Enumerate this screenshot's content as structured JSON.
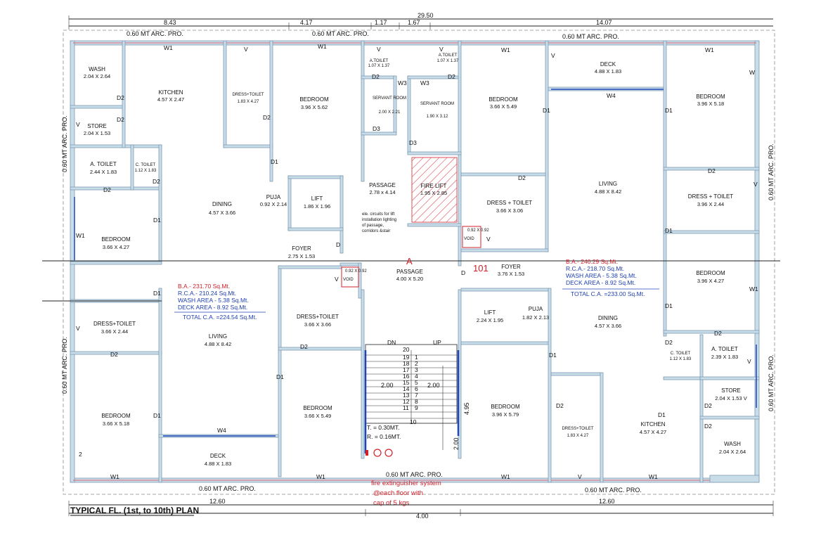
{
  "dims": {
    "top_total": "29.50",
    "top_a": "8.43",
    "top_b": "4.17",
    "top_c": "1.17",
    "top_d": "1.67",
    "top_e": "14.07",
    "bottom_left": "12.60",
    "bottom_mid": "4.00",
    "bottom_right": "12.60",
    "stair_width_left": "2.00",
    "stair_width_right": "2.00",
    "stair_len": "4.95",
    "stair_landing": "2.00"
  },
  "arc": {
    "label": "0.60 MT ARC. PRO."
  },
  "codes": {
    "w1": "W1",
    "w3": "W3",
    "w4": "W4",
    "v": "V",
    "d1": "D1",
    "d2": "D2",
    "d3": "D3",
    "d": "D",
    "two": "2",
    "w": "W"
  },
  "rooms": [
    {
      "name": "WASH",
      "size": "2.04 X 2.64"
    },
    {
      "name": "KITCHEN",
      "size": "4.57 X 2.47"
    },
    {
      "name": "DRESS+TOILET",
      "size": "1.83 X 4.27"
    },
    {
      "name": "BEDROOM",
      "size": "3.96 X 5.62"
    },
    {
      "name": "A.TOILET",
      "size": "1.07 X 1.37"
    },
    {
      "name": "A.TOILET",
      "size": "1.07 X 1.37"
    },
    {
      "name": "SERVANT ROOM",
      "size": "2.00 X 2.21"
    },
    {
      "name": "SERVANT ROOM",
      "size": "1.90 X 3.12"
    },
    {
      "name": "BEDROOM",
      "size": "3.66 X 5.49"
    },
    {
      "name": "DECK",
      "size": "4.88 X 1.83"
    },
    {
      "name": "BEDROOM",
      "size": "3.96 X 5.18"
    },
    {
      "name": "STORE",
      "size": "2.04 X 1.53"
    },
    {
      "name": "A. TOILET",
      "size": "2.44 X 1.83"
    },
    {
      "name": "C. TOILET",
      "size": "1.12 X 1.83"
    },
    {
      "name": "PASSAGE",
      "size": "2.78 x 4.14"
    },
    {
      "name": "FIRE LIFT",
      "size": "1.95 X 2.85"
    },
    {
      "name": "LIVING",
      "size": "4.88 X 8.42"
    },
    {
      "name": "DRESS + TOILET",
      "size": "3.96 X 2.44"
    },
    {
      "name": "PUJA",
      "size": "0.92 X 2.14"
    },
    {
      "name": "LIFT",
      "size": "1.86 X 1.96"
    },
    {
      "name": "DRESS + TOILET",
      "size": "3.66 X 3.06"
    },
    {
      "name": "BEDROOM",
      "size": "3.66 X 4.27"
    },
    {
      "name": "DINING",
      "size": "4.57 X 3.66"
    },
    {
      "name": "FOYER",
      "size": "2.75 X 1.53"
    },
    {
      "name": "PASSAGE",
      "size": "4.00 X 5.20"
    },
    {
      "name": "FOYER",
      "size": "3.76 X 1.53"
    },
    {
      "name": "BEDROOM",
      "size": "3.96 X 4.27"
    },
    {
      "name": "DRESS+TOILET",
      "size": "3.66 X 2.44"
    },
    {
      "name": "LIVING",
      "size": "4.88 X 8.42"
    },
    {
      "name": "DRESS+TOILET",
      "size": "3.66 X 3.66"
    },
    {
      "name": "LIFT",
      "size": "2.24 X 1.95"
    },
    {
      "name": "PUJA",
      "size": "1.82 X 2.13"
    },
    {
      "name": "DINING",
      "size": "4.57 X 3.66"
    },
    {
      "name": "C. TOILET",
      "size": "1.12 X 1.83"
    },
    {
      "name": "A. TOILET",
      "size": "2.39 X 1.83"
    },
    {
      "name": "STORE",
      "size": "2.04 X 1.53 V"
    },
    {
      "name": "BEDROOM",
      "size": "3.66 X 5.18"
    },
    {
      "name": "BEDROOM",
      "size": "3.66 X 5.49"
    },
    {
      "name": "BEDROOM",
      "size": "3.96 X 5.79"
    },
    {
      "name": "DRESS+TOILET",
      "size": "1.83 X 4.27"
    },
    {
      "name": "KITCHEN",
      "size": "4.57 X 4.27"
    },
    {
      "name": "DECK",
      "size": "4.88 X 1.83"
    },
    {
      "name": "WASH",
      "size": "2.04 X 2.64"
    }
  ],
  "void": {
    "label": "VOID",
    "size": "0.92 X 0.92"
  },
  "note_lift": [
    "ele. circuits for lift",
    "installation lighting",
    "of passage,",
    "corridors &stair"
  ],
  "stair": {
    "dn": "DN",
    "up": "UP",
    "left": [
      "20",
      "19",
      "18",
      "17",
      "16",
      "15",
      "14",
      "13",
      "12",
      "11",
      "10"
    ],
    "right": [
      "1",
      "2",
      "3",
      "4",
      "5",
      "6",
      "7",
      "8",
      "9"
    ],
    "tread": "T. = 0.30MT.",
    "riser": "R. = 0.16MT."
  },
  "flat_a": {
    "label": "A",
    "ba": "B.A.- 231.70 Sq.Mt.",
    "rca": "R.C.A.- 210.24 Sq.Mt.",
    "wash": "WASH AREA - 5.38 Sq.Mt.",
    "deck": "DECK AREA  - 8.92 Sq.Mt.",
    "total": "TOTAL C.A. =224.54 Sq.Mt."
  },
  "flat_b": {
    "label": "101",
    "ba": "B.A.- 240.29 Sq.Mt.",
    "rca": "R.C.A.- 218.70 Sq.Mt.",
    "wash": "WASH AREA - 5.38 Sq.Mt.",
    "deck": "DECK AREA - 8.92 Sq.Mt.",
    "total": "TOTAL C.A. =233.00 Sq.Mt."
  },
  "fire": {
    "lines": [
      "fire extinguisher system",
      "@each floor with",
      "cap of 5 kgs"
    ]
  },
  "title": "TYPICAL FL. (1st, to 10th) PLAN"
}
